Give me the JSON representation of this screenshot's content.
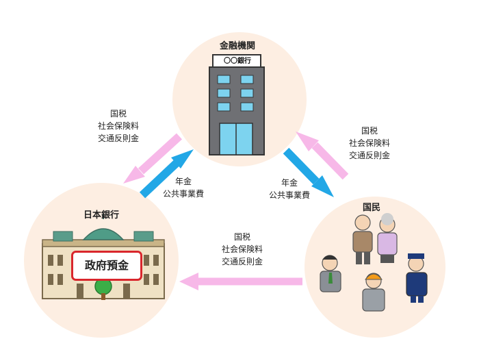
{
  "nodes": {
    "financial_institution": {
      "title": "金融機関",
      "sign": "〇〇銀行"
    },
    "boj": {
      "title": "日本銀行",
      "deposit": "政府預金"
    },
    "citizens": {
      "title": "国民"
    }
  },
  "flows": {
    "boj_to_fin_pink": [
      "国税",
      "社会保険料",
      "交通反則金"
    ],
    "boj_to_fin_blue": [
      "年金",
      "公共事業費"
    ],
    "fin_to_citizens_blue": [
      "年金",
      "公共事業費"
    ],
    "citizens_to_fin_pink": [
      "国税",
      "社会保険料",
      "交通反則金"
    ],
    "citizens_to_boj_pink": [
      "国税",
      "社会保険料",
      "交通反則金"
    ]
  },
  "colors": {
    "circle_fill": "#fdeee2",
    "pink_arrow": "#f7b8e8",
    "blue_arrow": "#22a7e6",
    "deposit_border": "#d9262c"
  }
}
